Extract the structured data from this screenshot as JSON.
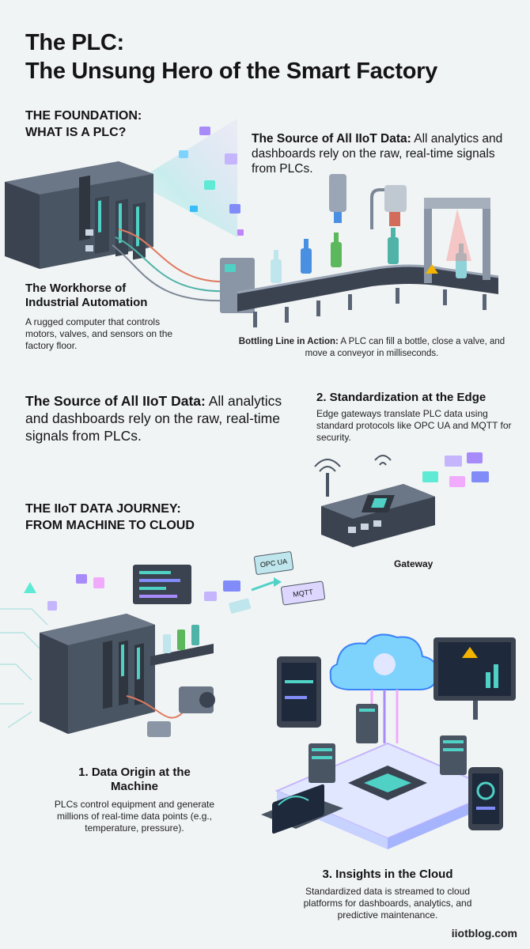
{
  "title": {
    "line1": "The PLC:",
    "line2": "The Unsung Hero of the Smart Factory"
  },
  "foundation": {
    "heading1": "THE FOUNDATION:",
    "heading2": "WHAT IS A PLC?",
    "source_bold": "The Source of All IIoT Data:",
    "source_text": " All analytics and dashboards rely on the raw, real-time signals from PLCs.",
    "workhorse_title1": "The Workhorse of",
    "workhorse_title2": "Industrial Automation",
    "workhorse_text": "A rugged computer that controls motors, valves, and sensors on the factory floor.",
    "bottling_bold": "Bottling Line in Action:",
    "bottling_text": " A PLC can fill a bottle, close a valve, and move a conveyor in milliseconds."
  },
  "middle": {
    "source_bold": "The Source of All IIoT Data:",
    "source_text": " All analytics and dashboards rely on the raw, real-time signals from PLCs.",
    "edge_title": "2. Standardization at the Edge",
    "edge_text": "Edge gateways translate PLC data using standard protocols like OPC UA and MQTT for security.",
    "gateway_label": "Gateway"
  },
  "journey": {
    "heading1": "THE IIoT DATA JOURNEY:",
    "heading2": "FROM MACHINE TO CLOUD",
    "tag_opcua": "OPC UA",
    "tag_mqtt": "MQTT",
    "origin_title1": "1. Data Origin at the",
    "origin_title2": "Machine",
    "origin_text": "PLCs control equipment and generate millions of real-time data points (e.g., temperature, pressure).",
    "cloud_title": "3. Insights in the Cloud",
    "cloud_text": "Standardized data is streamed to cloud platforms for dashboards, analytics, and predictive maintenance."
  },
  "footer": "iiotblog.com",
  "colors": {
    "accent": "#4fd1c5",
    "plc_body": "#4a5563",
    "plc_dark": "#2f3640",
    "conveyor": "#3b4350",
    "purple": "#8b7cf6",
    "blue": "#5b8def"
  }
}
